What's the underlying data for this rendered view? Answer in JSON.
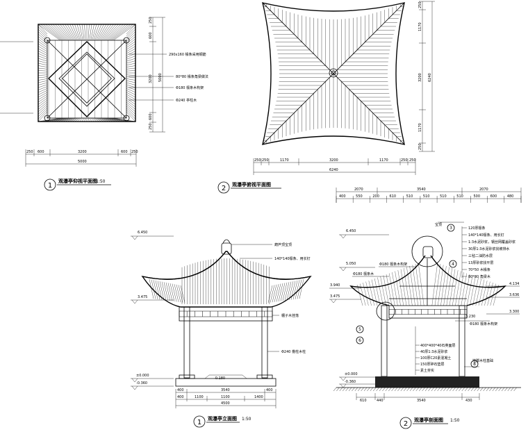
{
  "views": {
    "plan_up": {
      "num": "1",
      "title": "观瀑亭仰视平面图",
      "scale": "1:50",
      "dims_bottom": [
        "250",
        "600",
        "3200",
        "600",
        "250"
      ],
      "total_bottom": "5000",
      "dims_right": [
        "250",
        "600",
        "3200",
        "600",
        "250"
      ],
      "total_right": "5000",
      "notes": [
        "290x160 椽条采用钢筋",
        "80*80 椽条角梁做法",
        "Φ180 檩条木构架",
        "Φ240 亭柱木"
      ]
    },
    "plan_roof": {
      "num": "2",
      "title": "观瀑亭俯视平面图",
      "dims_bottom": [
        "250",
        "250",
        "1170",
        "3200",
        "1170",
        "250",
        "250"
      ],
      "total_bottom": "6240",
      "dims_right": [
        "250",
        "1170",
        "3200",
        "1170",
        "250"
      ],
      "total_right": "6240"
    },
    "elevation": {
      "num": "1",
      "title": "观瀑亭立面图",
      "scale": "1:50",
      "levels": [
        "6.450",
        "3.475",
        "±0.000",
        "-0.360",
        "-0.180"
      ],
      "notes": [
        "葫芦顶宝顶",
        "140*140檩条、用长钉",
        "楣子木挂落",
        "Φ240 檐柱木柱"
      ],
      "dims_bottom": [
        "400",
        "3540",
        "400"
      ],
      "dims_bottom2": [
        "400",
        "1100",
        "1100",
        "1400"
      ],
      "total_bottom": "4500"
    },
    "section": {
      "num": "2",
      "title": "观瀑亭剖面图",
      "scale": "1:50",
      "levels": [
        "6.450",
        "5.050",
        "3.940",
        "3.475",
        "±0.000",
        "-0.360",
        "4.134",
        "3.636",
        "3.230",
        "3.300"
      ],
      "top_dims": [
        "2070",
        "3540",
        "2070"
      ],
      "top_dims2": [
        "400",
        "550",
        "200",
        "610",
        "510",
        "510",
        "510",
        "510",
        "500",
        "600",
        "480"
      ],
      "notes_right": [
        "120厚檩条",
        "140*140檩条、用长钉",
        "1:3水泥砂浆，钢丝网覆盖砂浆",
        "30厚1:3水泥砂浆找坡排水",
        "三毡二油防水层",
        "13厚砂浆找平层",
        "70*50 木椽条",
        "80*80 角梁木"
      ],
      "notes_left": [
        "Φ180 檩条木构架",
        "Φ180 檩条木"
      ],
      "notes_bottom": [
        "400*400*40石英面层",
        "40厚1:3水泥砂浆",
        "100厚C20素混凝土",
        "150厚碎石垫层",
        "素土夯实"
      ],
      "misc": [
        "Φ180 檩条木构架",
        "地脚木柱基础",
        "宝顶"
      ],
      "dims_bottom": [
        "610",
        "440",
        "3540",
        "430"
      ],
      "callouts": [
        "3",
        "4",
        "5",
        "6",
        "8"
      ]
    }
  }
}
